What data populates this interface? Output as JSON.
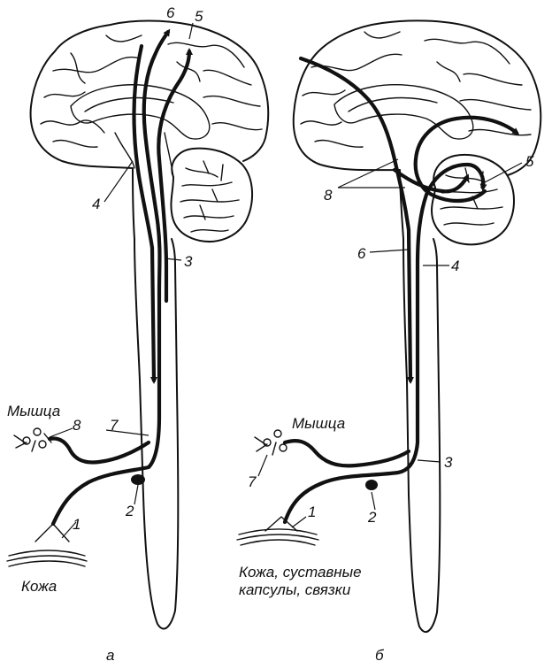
{
  "panel_a": {
    "panel_label": "а",
    "labels": {
      "n1": "1",
      "n2": "2",
      "n3": "3",
      "n4": "4",
      "n5": "5",
      "n6": "6",
      "n7": "7",
      "n8": "8",
      "muscle": "Мышца",
      "skin": "Кожа"
    }
  },
  "panel_b": {
    "panel_label": "б",
    "labels": {
      "n1": "1",
      "n2": "2",
      "n3": "3",
      "n4": "4",
      "n5": "5",
      "n6": "6",
      "n7": "7",
      "n8": "8",
      "muscle": "Мышца",
      "skin_line1": "Кожа, суставные",
      "skin_line2": "капсулы, связки"
    }
  }
}
